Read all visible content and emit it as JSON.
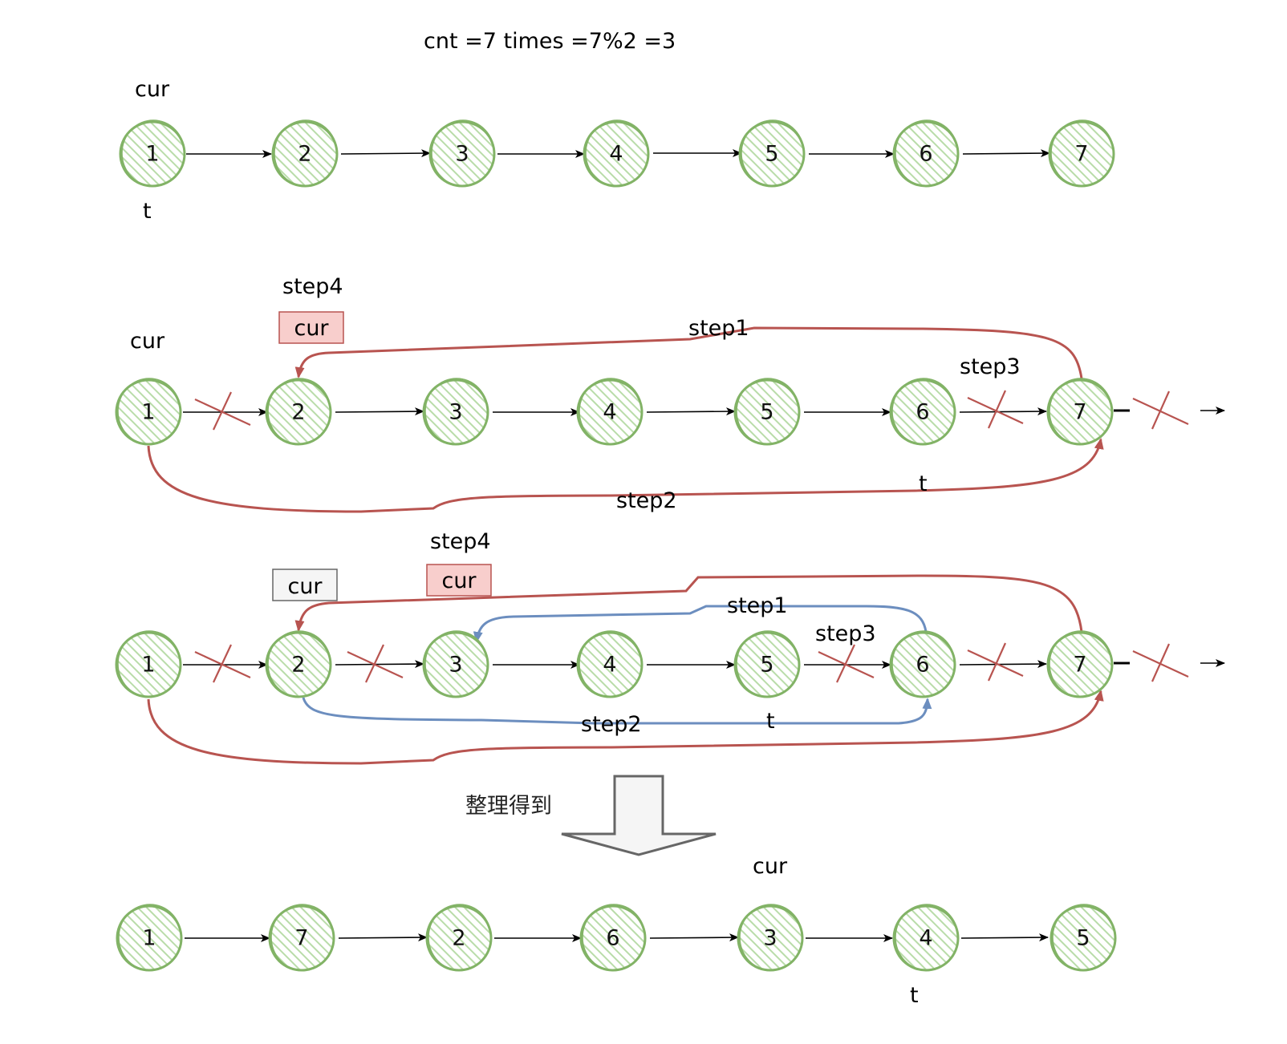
{
  "header": {
    "formula": "cnt =7 times =7%2 =3"
  },
  "colors": {
    "node_fill": "#d5e8d4",
    "node_stroke": "#82b366",
    "red": "#b85450",
    "red_fill": "#f8cecc",
    "blue": "#6c8ebf",
    "grey_fill": "#f5f5f5",
    "grey_stroke": "#666666",
    "arrow": "#000000"
  },
  "row1": {
    "label_cur": "cur",
    "label_t": "t",
    "nodes": [
      "1",
      "2",
      "3",
      "4",
      "5",
      "6",
      "7"
    ]
  },
  "row2": {
    "label_cur": "cur",
    "label_step4": "step4",
    "box_cur": "cur",
    "label_step1": "step1",
    "label_step2": "step2",
    "label_step3": "step3",
    "label_t": "t",
    "nodes": [
      "1",
      "2",
      "3",
      "4",
      "5",
      "6",
      "7"
    ]
  },
  "row3": {
    "box_cur_grey": "cur",
    "label_step4": "step4",
    "box_cur": "cur",
    "label_step1": "step1",
    "label_step2": "step2",
    "label_step3": "step3",
    "label_t": "t",
    "nodes": [
      "1",
      "2",
      "3",
      "4",
      "5",
      "6",
      "7"
    ]
  },
  "transition": {
    "label": "整理得到"
  },
  "row4": {
    "label_cur": "cur",
    "label_t": "t",
    "nodes": [
      "1",
      "7",
      "2",
      "6",
      "3",
      "4",
      "5"
    ]
  }
}
